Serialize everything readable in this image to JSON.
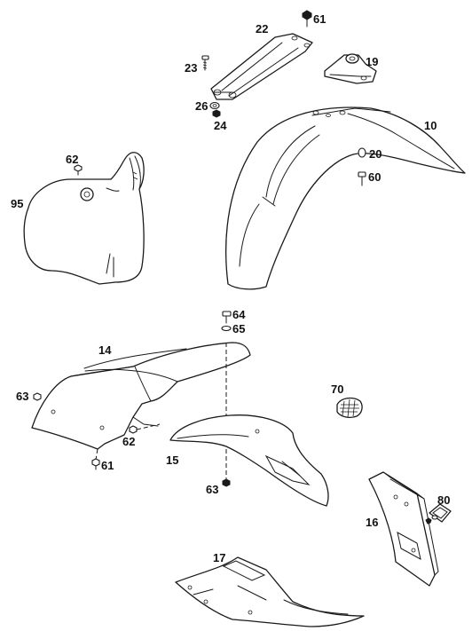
{
  "callouts": {
    "c22": "22",
    "c61a": "61",
    "c23": "23",
    "c19": "19",
    "c26": "26",
    "c24": "24",
    "c10": "10",
    "c20": "20",
    "c60": "60",
    "c62a": "62",
    "c95": "95",
    "c64": "64",
    "c65": "65",
    "c14": "14",
    "c63a": "63",
    "c70": "70",
    "c62b": "62",
    "c61b": "61",
    "c15": "15",
    "c63b": "63",
    "c80": "80",
    "c16": "16",
    "c17": "17"
  },
  "colors": {
    "line": "#1a1a1a",
    "fill": "#ffffff",
    "background": "#ffffff"
  }
}
